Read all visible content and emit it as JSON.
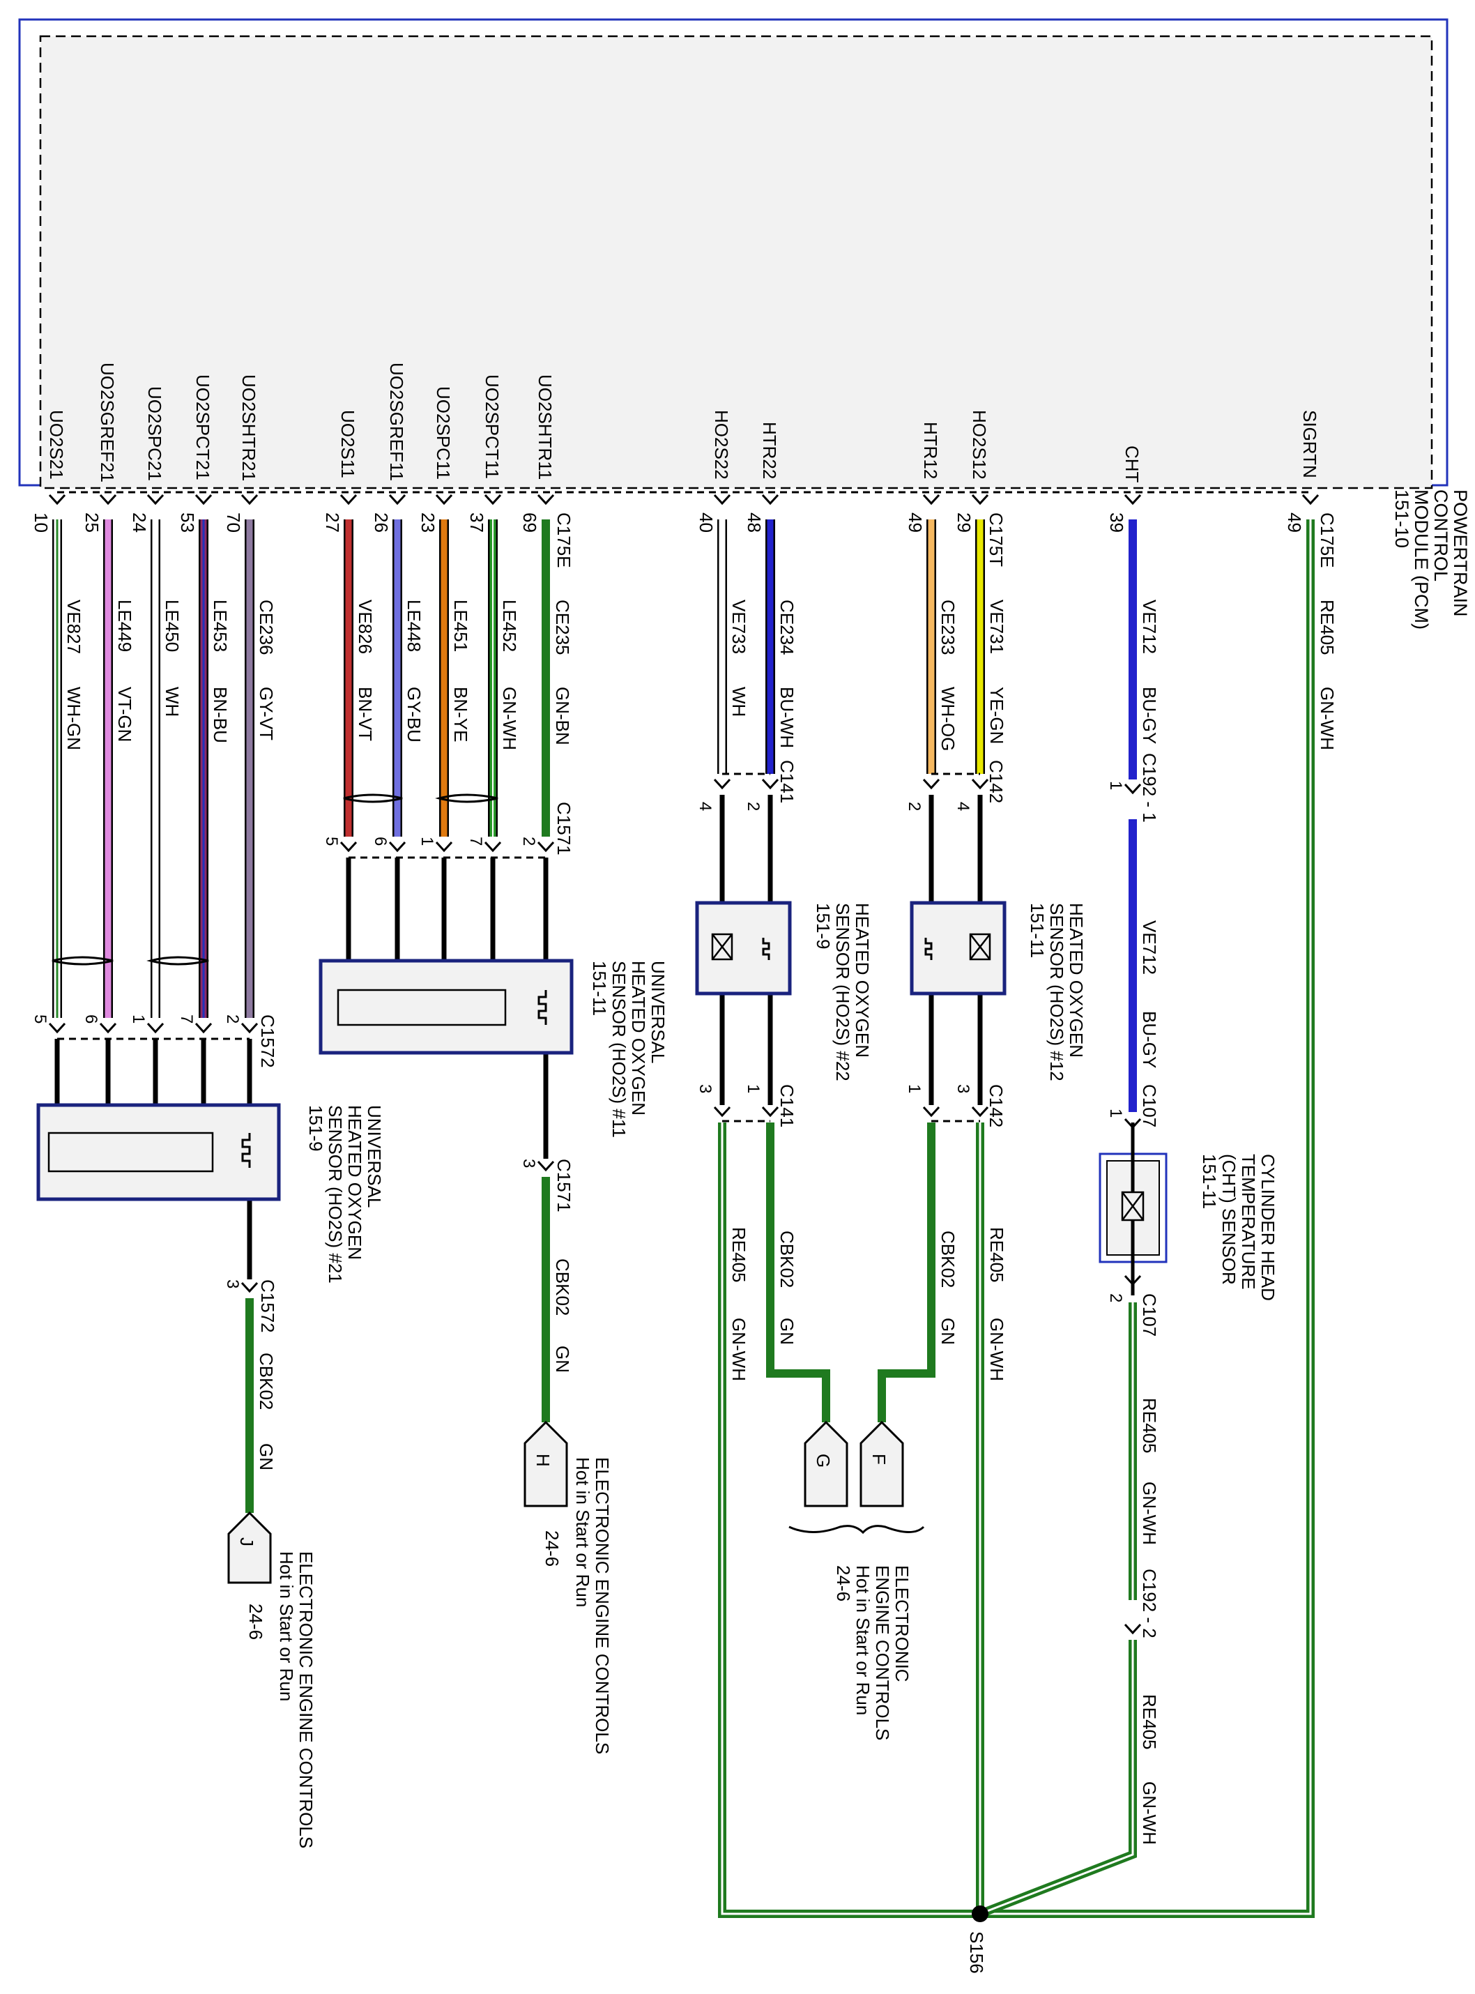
{
  "module": {
    "title_lines": [
      "POWERTRAIN",
      "CONTROL",
      "MODULE (PCM)",
      "151-10"
    ],
    "connectors": [
      "C175E",
      "C175T"
    ]
  },
  "pcm_pins": [
    {
      "id": "uo2s21",
      "signal": "UO2S21",
      "pin": "10",
      "circuit": "VE827",
      "color": "WH-GN"
    },
    {
      "id": "uo2sgref21",
      "signal": "UO2SGREF21",
      "pin": "25",
      "circuit": "LE449",
      "color": "VT-GN"
    },
    {
      "id": "uo2spc21",
      "signal": "UO2SPC21",
      "pin": "24",
      "circuit": "LE450",
      "color": "WH"
    },
    {
      "id": "uo2spct21",
      "signal": "UO2SPCT21",
      "pin": "53",
      "circuit": "LE453",
      "color": "BN-BU"
    },
    {
      "id": "uo2shtr21",
      "signal": "UO2SHTR21",
      "pin": "70",
      "circuit": "CE236",
      "color": "GY-VT"
    },
    {
      "id": "uo2s11",
      "signal": "UO2S11",
      "pin": "27",
      "circuit": "VE826",
      "color": "BN-VT"
    },
    {
      "id": "uo2sgref11",
      "signal": "UO2SGREF11",
      "pin": "26",
      "circuit": "LE448",
      "color": "GY-BU"
    },
    {
      "id": "uo2spc11",
      "signal": "UO2SPC11",
      "pin": "23",
      "circuit": "LE451",
      "color": "BN-YE"
    },
    {
      "id": "uo2spct11",
      "signal": "UO2SPCT11",
      "pin": "37",
      "circuit": "LE452",
      "color": "GN-WH"
    },
    {
      "id": "uo2shtr11",
      "signal": "UO2SHTR11",
      "pin": "69",
      "circuit": "CE235",
      "color": "GN-BN"
    },
    {
      "id": "ho2s22",
      "signal": "HO2S22",
      "pin": "40",
      "circuit": "VE733",
      "color": "WH"
    },
    {
      "id": "htr22",
      "signal": "HTR22",
      "pin": "48",
      "circuit": "CE234",
      "color": "BU-WH"
    },
    {
      "id": "htr12",
      "signal": "HTR12",
      "pin": "49",
      "circuit": "CE233",
      "color": "WH-OG"
    },
    {
      "id": "ho2s12",
      "signal": "HO2S12",
      "pin": "29",
      "circuit": "VE731",
      "color": "YE-GN"
    },
    {
      "id": "cht",
      "signal": "CHT",
      "pin": "39",
      "circuit": "VE712",
      "color": "BU-GY"
    },
    {
      "id": "sigrtn",
      "signal": "SIGRTN",
      "pin": "49",
      "circuit": "RE405",
      "color": "GN-WH"
    }
  ],
  "connectors": {
    "c1572": "C1572",
    "c1571": "C1571",
    "c141": "C141",
    "c142": "C142",
    "c192_1": "C192 - 1",
    "c192_2": "C192 - 2",
    "c107": "C107"
  },
  "c1572_pins": [
    "5",
    "6",
    "1",
    "7",
    "2"
  ],
  "c1571_pins": [
    "5",
    "6",
    "1",
    "7",
    "2"
  ],
  "c141_top_pins": [
    "4",
    "2"
  ],
  "c142_top_pins": [
    "2",
    "4"
  ],
  "c141_bottom_pins": [
    "3",
    "1"
  ],
  "c142_bottom_pins": [
    "1",
    "3"
  ],
  "c192_pins": [
    "1"
  ],
  "c107_pins": [
    "1",
    "2"
  ],
  "pin3": "3",
  "components": {
    "uhos21": [
      "UNIVERSAL",
      "HEATED OXYGEN",
      "SENSOR (HO2S) #21",
      "151-9"
    ],
    "uhos11": [
      "UNIVERSAL",
      "HEATED OXYGEN",
      "SENSOR (HO2S) #11",
      "151-11"
    ],
    "hos22": [
      "HEATED OXYGEN",
      "SENSOR (HO2S) #22",
      "151-9"
    ],
    "hos12": [
      "HEATED OXYGEN",
      "SENSOR (HO2S) #12",
      "151-11"
    ],
    "cht": [
      "CYLINDER HEAD",
      "TEMPERATURE",
      "(CHT) SENSOR",
      "151-11"
    ]
  },
  "lower_wires": {
    "cbk02": "CBK02",
    "gn": "GN",
    "re405": "RE405",
    "gnwh": "GN-WH",
    "ve712": "VE712",
    "bugy": "BU-GY"
  },
  "references": [
    {
      "id": "j",
      "letter": "J",
      "title": "ELECTRONIC ENGINE CONTROLS",
      "note": "Hot in Start or Run",
      "page": "24-6"
    },
    {
      "id": "h",
      "letter": "H",
      "title": "ELECTRONIC ENGINE CONTROLS",
      "note": "Hot in Start or Run",
      "page": "24-6"
    },
    {
      "id": "gf",
      "letters": [
        "G",
        "F"
      ],
      "title_lines": [
        "ELECTRONIC",
        "ENGINE CONTROLS"
      ],
      "note": "Hot in Start or Run",
      "page": "24-6"
    }
  ],
  "splice": "S156",
  "colors": {
    "frame": "#2233bb",
    "green": "#1f7a1f",
    "blue": "#2222cc",
    "red": "#b32626",
    "purple": "#7a3aa0",
    "violet_green": "#e08ae0",
    "gray_violet": "#8e7aa0",
    "gray_blue": "#6a6adf",
    "orange": "#d06a10",
    "yellow": "#e8e800",
    "white_orange": "#f5b860",
    "box_fill": "#f2f2f2"
  }
}
